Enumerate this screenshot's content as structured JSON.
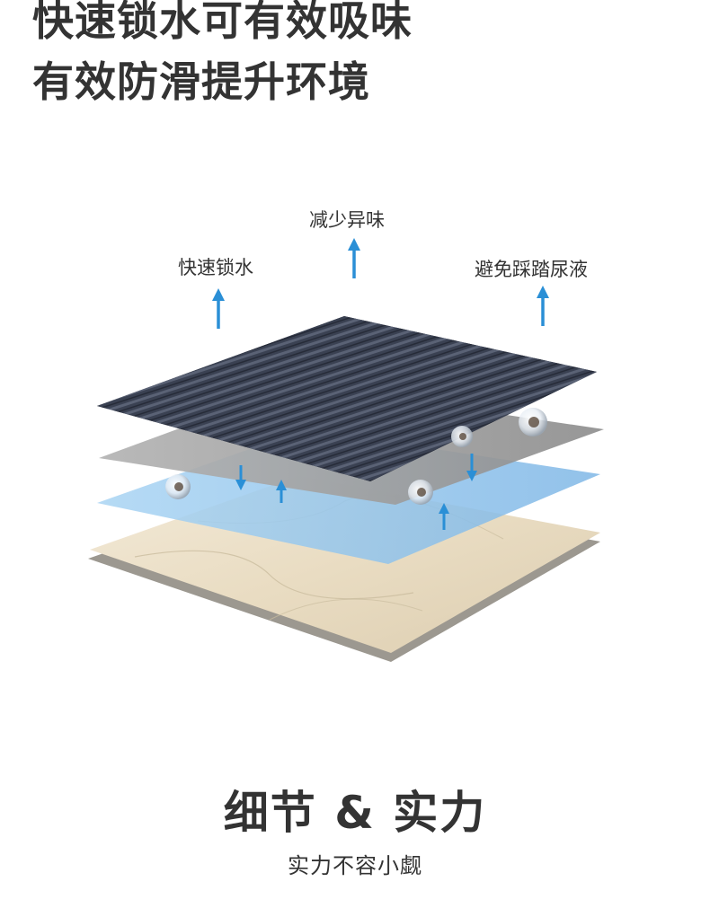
{
  "headline": {
    "line1": "快速锁水可有效吸味",
    "line2": "有效防滑提升环境"
  },
  "callouts": {
    "lock_water": "快速锁水",
    "reduce_odor": "减少异味",
    "avoid_urine": "避免踩踏尿液"
  },
  "footer": {
    "title": "细节 & 实力",
    "subtitle": "实力不容小觑"
  },
  "colors": {
    "text": "#333333",
    "arrow": "#2a8fd6",
    "mat": "#3b4253",
    "gray_layer": "#9a9a9a",
    "blue_layer": "#8fc3ea",
    "tile": "#ece0c8"
  }
}
